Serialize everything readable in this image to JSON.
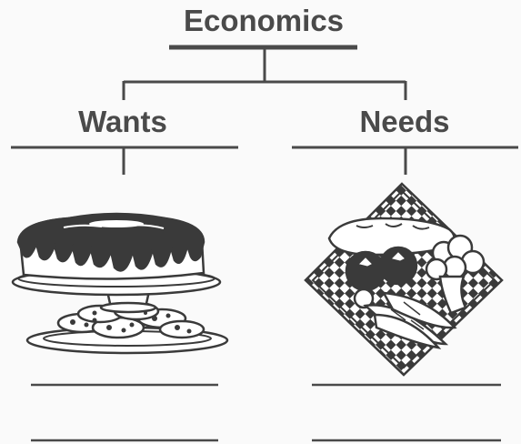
{
  "diagram": {
    "title": "Economics",
    "left_branch": "Wants",
    "right_branch": "Needs",
    "left_picture": "cake-and-cookies-icon",
    "right_picture": "bread-vegetables-icon",
    "ink_color": "#4a4a4a"
  }
}
